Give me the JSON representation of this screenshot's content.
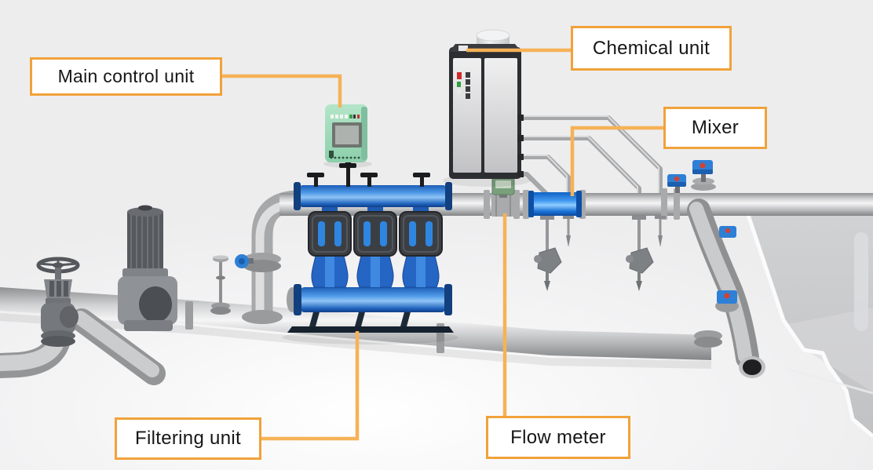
{
  "callouts": {
    "main_control_unit": {
      "label": "Main control unit"
    },
    "chemical_unit": {
      "label": "Chemical unit"
    },
    "mixer": {
      "label": "Mixer"
    },
    "filtering_unit": {
      "label": "Filtering unit"
    },
    "flow_meter": {
      "label": "Flow meter"
    }
  },
  "colors": {
    "background": "#eeeeef",
    "callout_border": "#f1a23a",
    "callout_line": "#f6b257",
    "label_text": "#161616",
    "equipment_blue": "#2f86e0",
    "mixer_blue": "#1d74d8",
    "control_unit_green": "#9fd9ba",
    "flow_meter_green": "#79a07b",
    "cabinet_frame": "#2c2e31",
    "pipe_gray": "#c0c1c3"
  }
}
